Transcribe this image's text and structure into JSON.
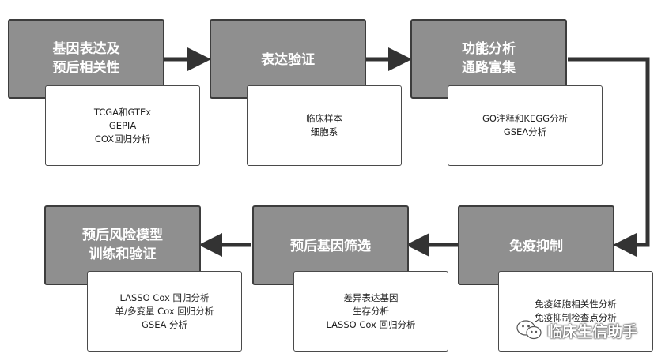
{
  "steps": [
    {
      "id": "step1",
      "lines": [
        "基因表达及",
        "预后相关性"
      ]
    },
    {
      "id": "step2",
      "lines": [
        "表达验证"
      ]
    },
    {
      "id": "step3",
      "lines": [
        "功能分析",
        "通路富集"
      ]
    },
    {
      "id": "step4",
      "lines": [
        "免疫抑制"
      ]
    },
    {
      "id": "step5",
      "lines": [
        "预后基因筛选"
      ]
    },
    {
      "id": "step6",
      "lines": [
        "预后风险模型",
        "训练和验证"
      ]
    }
  ],
  "details": [
    {
      "id": "detail1",
      "lines": [
        "TCGA和GTEx",
        "GEPIA",
        "COX回归分析"
      ]
    },
    {
      "id": "detail2",
      "lines": [
        "临床样本",
        "细胞系"
      ]
    },
    {
      "id": "detail3",
      "lines": [
        "GO注释和KEGG分析",
        "GSEA分析"
      ]
    },
    {
      "id": "detail4",
      "lines": [
        "免疫细胞相关性分析",
        "免疫抑制检查点分析"
      ]
    },
    {
      "id": "detail5",
      "lines": [
        "差异表达基因",
        "生存分析",
        "LASSO Cox 回归分析"
      ]
    },
    {
      "id": "detail6",
      "lines": [
        "LASSO Cox 回归分析",
        "单/多变量 Cox 回归分析",
        "GSEA 分析"
      ]
    }
  ],
  "watermark": {
    "text": "临床生信助手",
    "icon": "wechat-icon"
  },
  "colors": {
    "step_fill": "#8f8f8f",
    "step_border": "#3d3d3d",
    "arrow": "#333333",
    "detail_border": "#4a4a4a"
  }
}
